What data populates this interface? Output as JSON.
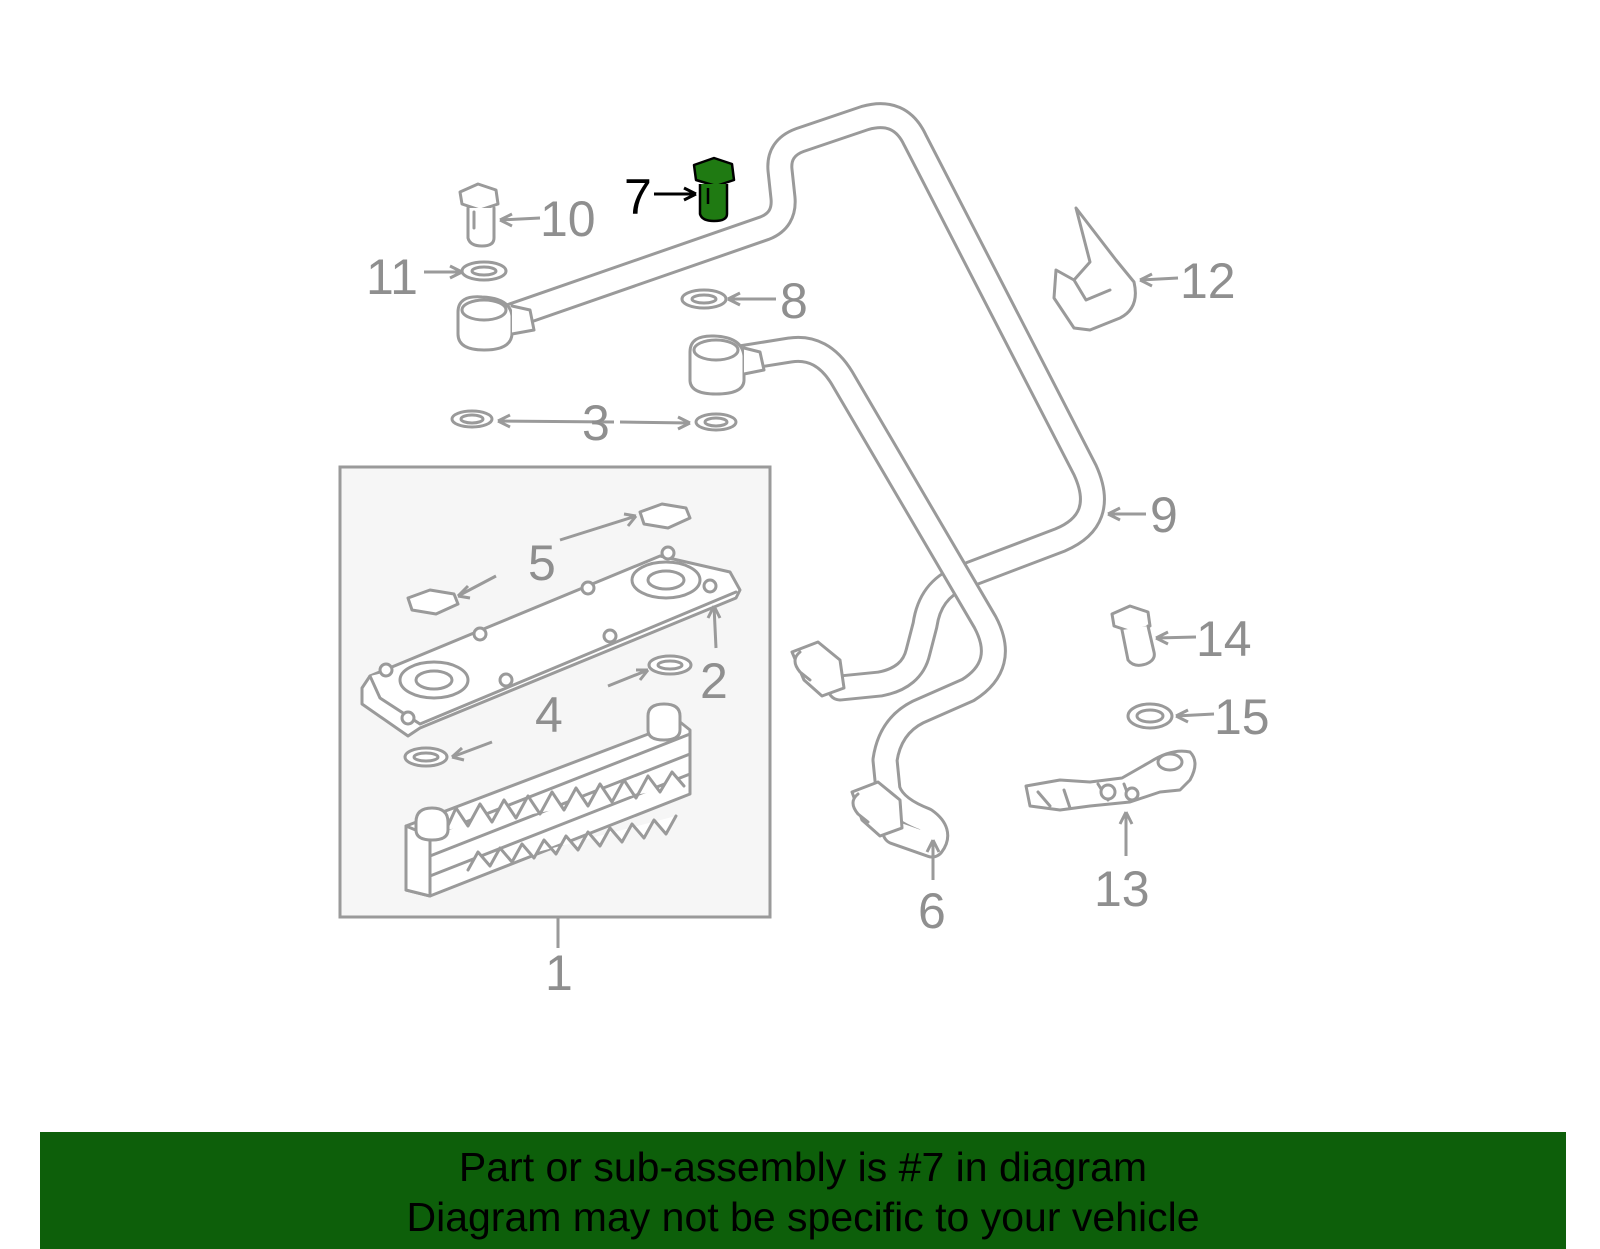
{
  "diagram": {
    "colors": {
      "highlight": "#1f7a12",
      "line": "#9a9a9a",
      "panel": "#f6f6f6",
      "banner": "#0d5f0a"
    },
    "callouts": {
      "c1": "1",
      "c2": "2",
      "c3": "3",
      "c4": "4",
      "c5": "5",
      "c6": "6",
      "c7": "7",
      "c8": "8",
      "c9": "9",
      "c10": "10",
      "c11": "11",
      "c12": "12",
      "c13": "13",
      "c14": "14",
      "c15": "15"
    },
    "highlighted_part": "7"
  },
  "banner": {
    "line1": "Part or sub-assembly is #7 in diagram",
    "line2": "Diagram may not be specific to your vehicle"
  }
}
